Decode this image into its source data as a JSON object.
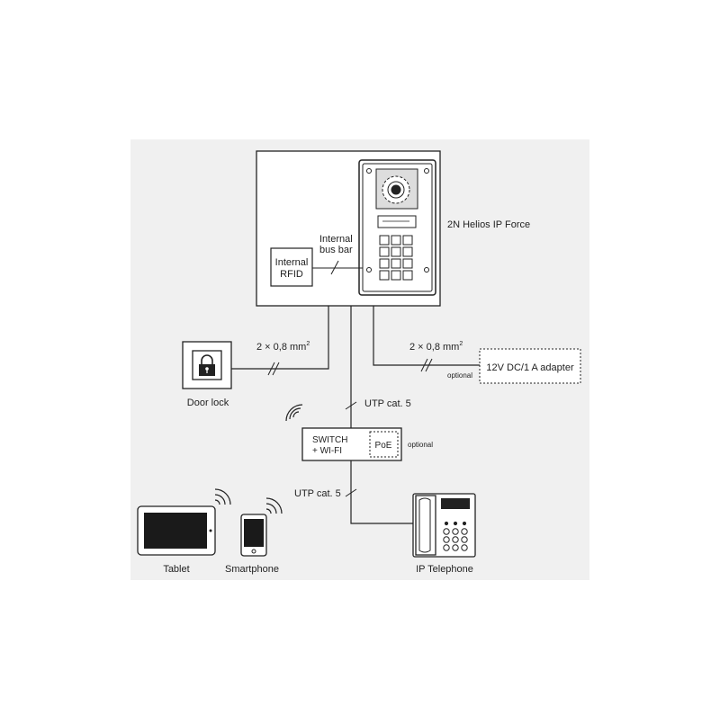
{
  "device": {
    "name": "2N Helios IP Force",
    "rfid_line1": "Internal",
    "rfid_line2": "RFID",
    "bus_line1": "Internal",
    "bus_line2": "bus bar"
  },
  "door_lock": {
    "label": "Door lock",
    "cable": "2 × 0,8 mm",
    "cable_sup": "2"
  },
  "power": {
    "cable": "2 × 0,8 mm",
    "cable_sup": "2",
    "optional": "optional",
    "adapter": "12V DC/1 A adapter"
  },
  "switch": {
    "line1": "SWITCH",
    "line2": "+ WI-FI",
    "poe": "PoE",
    "optional": "optional",
    "uplink": "UTP cat. 5",
    "downlink": "UTP cat. 5"
  },
  "devices": {
    "tablet": "Tablet",
    "smartphone": "Smartphone",
    "ip_telephone": "IP Telephone"
  },
  "colors": {
    "panel_background": "#f0f0f0",
    "line": "#222222",
    "screen": "#1a1a1a"
  }
}
